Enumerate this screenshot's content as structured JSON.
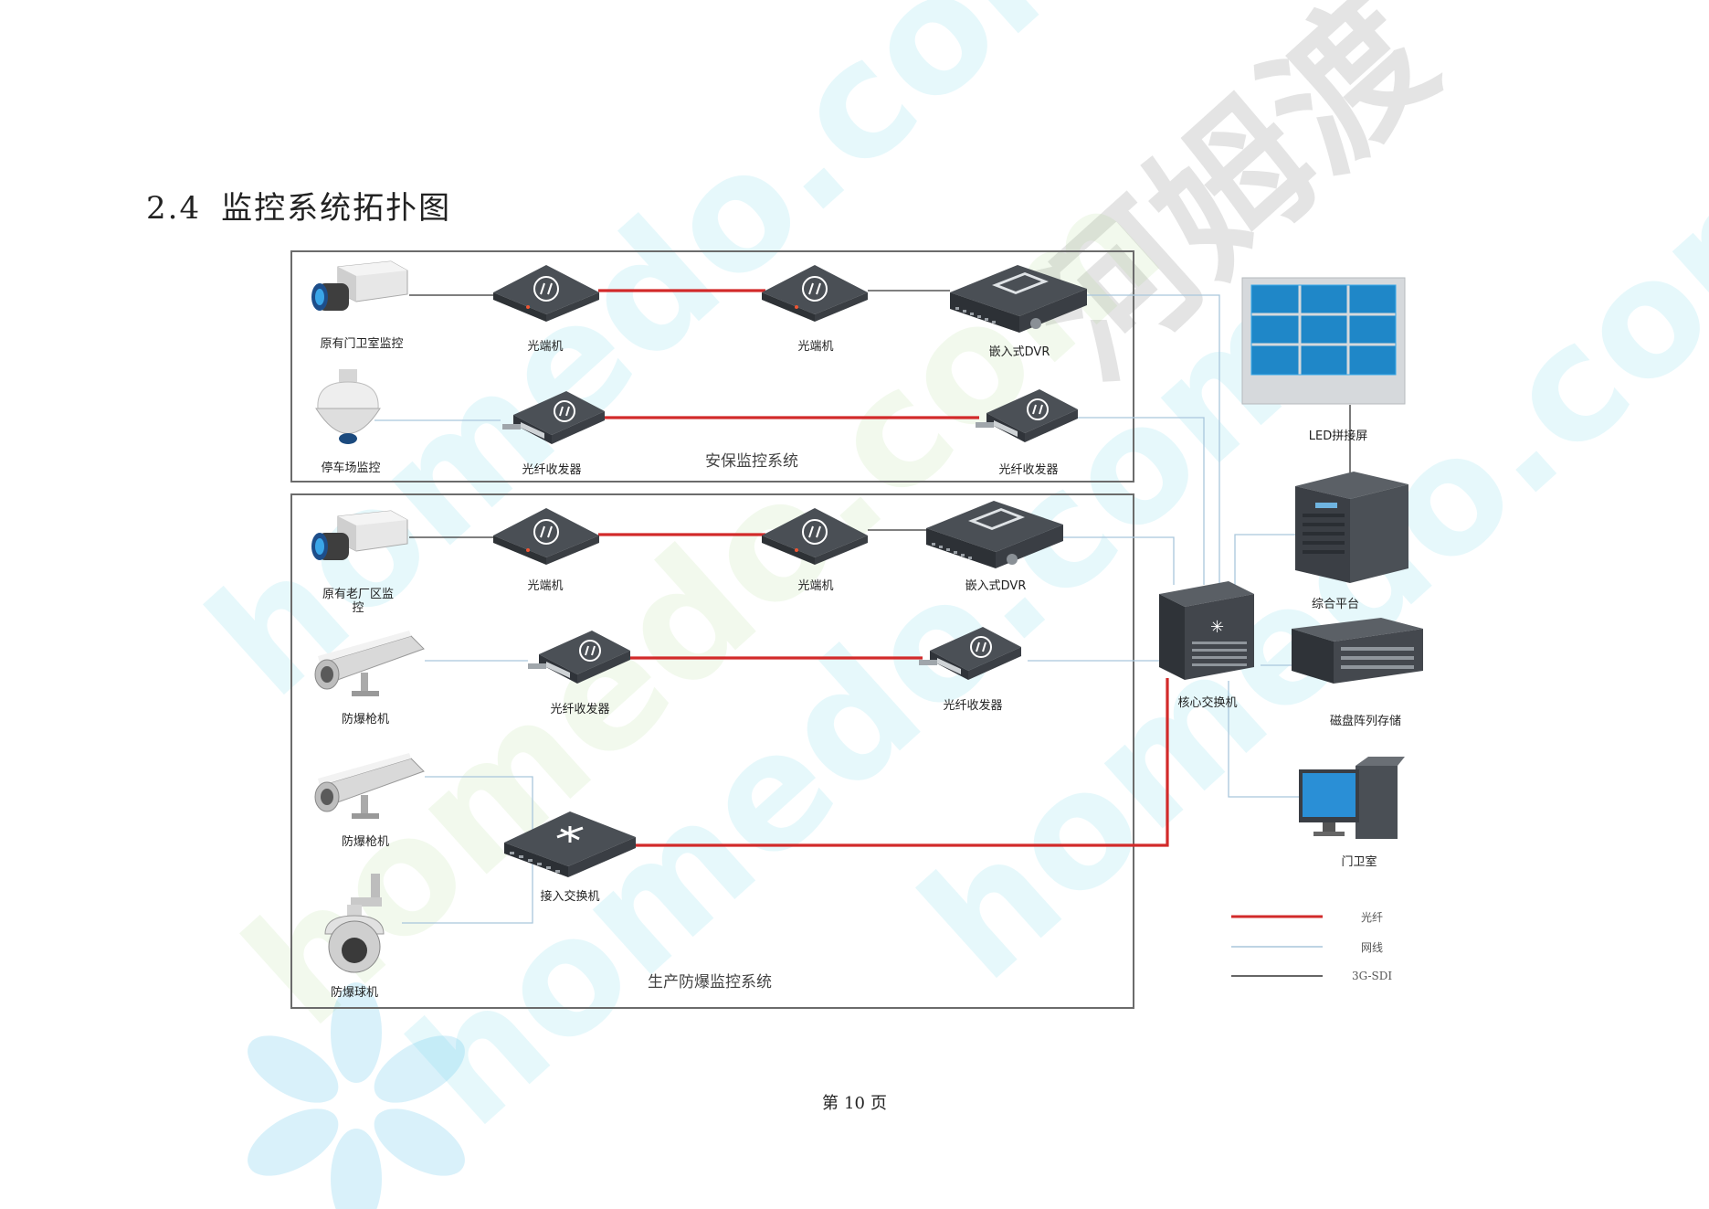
{
  "heading": {
    "number": "2.4",
    "title": "监控系统拓扑图"
  },
  "watermark": {
    "brand_text": "河姆渡",
    "domain_text": "homedo.com"
  },
  "systems": {
    "security": "安保监控系统",
    "production": "生产防爆监控系统"
  },
  "devices": {
    "gate_camera": "原有门卫室监控",
    "optical_1a": "光端机",
    "optical_1b": "光端机",
    "dvr_1": "嵌入式DVR",
    "parking_camera": "停车场监控",
    "transceiver_2a": "光纤收发器",
    "transceiver_2b": "光纤收发器",
    "oldplant_camera": "原有老厂区监控",
    "optical_3a": "光端机",
    "optical_3b": "光端机",
    "dvr_2": "嵌入式DVR",
    "explosion_gun_1": "防爆枪机",
    "transceiver_4a": "光纤收发器",
    "transceiver_4b": "光纤收发器",
    "explosion_gun_2": "防爆枪机",
    "access_switch": "接入交换机",
    "explosion_dome": "防爆球机",
    "core_switch": "核心交换机",
    "led_wall": "LED拼接屏",
    "platform": "综合平台",
    "storage": "磁盘阵列存储",
    "gate_room": "门卫室"
  },
  "legend": [
    {
      "label": "光纤",
      "color": "#d22a2a"
    },
    {
      "label": "网线",
      "color": "#a9c6dc"
    },
    {
      "label": "3G-SDI",
      "color": "#333333"
    }
  ],
  "footer": {
    "prefix": "第",
    "page": "10",
    "suffix": "页"
  }
}
